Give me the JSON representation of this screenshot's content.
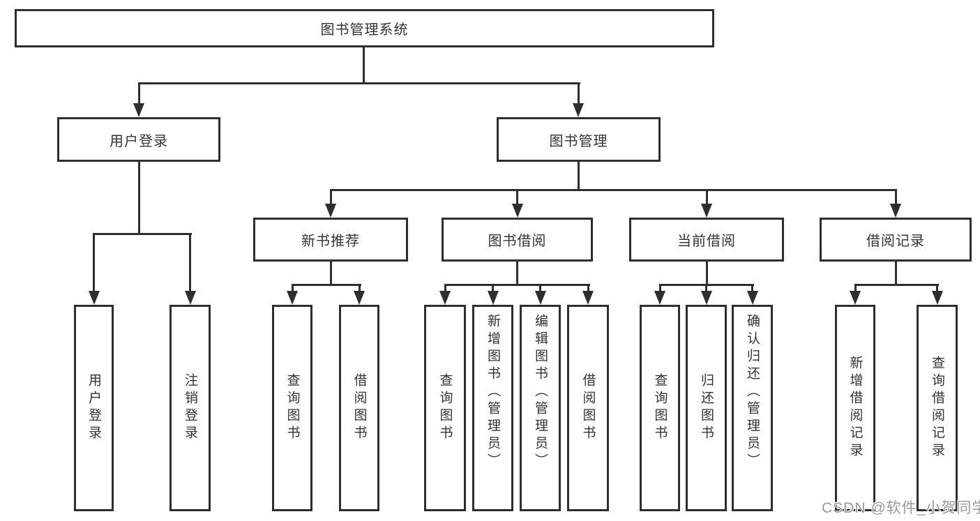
{
  "diagram": {
    "colors": {
      "line": "#2e2e2e",
      "text": "#333333",
      "box_background": "#ffffff",
      "watermark": "#9a9a9a"
    },
    "root": {
      "label": "图书管理系统"
    },
    "branches": [
      {
        "label": "用户登录",
        "children": [
          {
            "label": "用户登录"
          },
          {
            "label": "注销登录"
          }
        ]
      },
      {
        "label": "图书管理",
        "children": [
          {
            "label": "新书推荐",
            "children": [
              {
                "label": "查询图书"
              },
              {
                "label": "借阅图书"
              }
            ]
          },
          {
            "label": "图书借阅",
            "children": [
              {
                "label": "查询图书"
              },
              {
                "label": "新增图书（管理员）"
              },
              {
                "label": "编辑图书（管理员）"
              },
              {
                "label": "借阅图书"
              }
            ]
          },
          {
            "label": "当前借阅",
            "children": [
              {
                "label": "查询图书"
              },
              {
                "label": "归还图书"
              },
              {
                "label": "确认归还（管理员）"
              }
            ]
          },
          {
            "label": "借阅记录",
            "children": [
              {
                "label": "新增借阅记录"
              },
              {
                "label": "查询借阅记录"
              }
            ]
          }
        ]
      }
    ],
    "watermark": "CSDN @软件_小贺同学"
  }
}
